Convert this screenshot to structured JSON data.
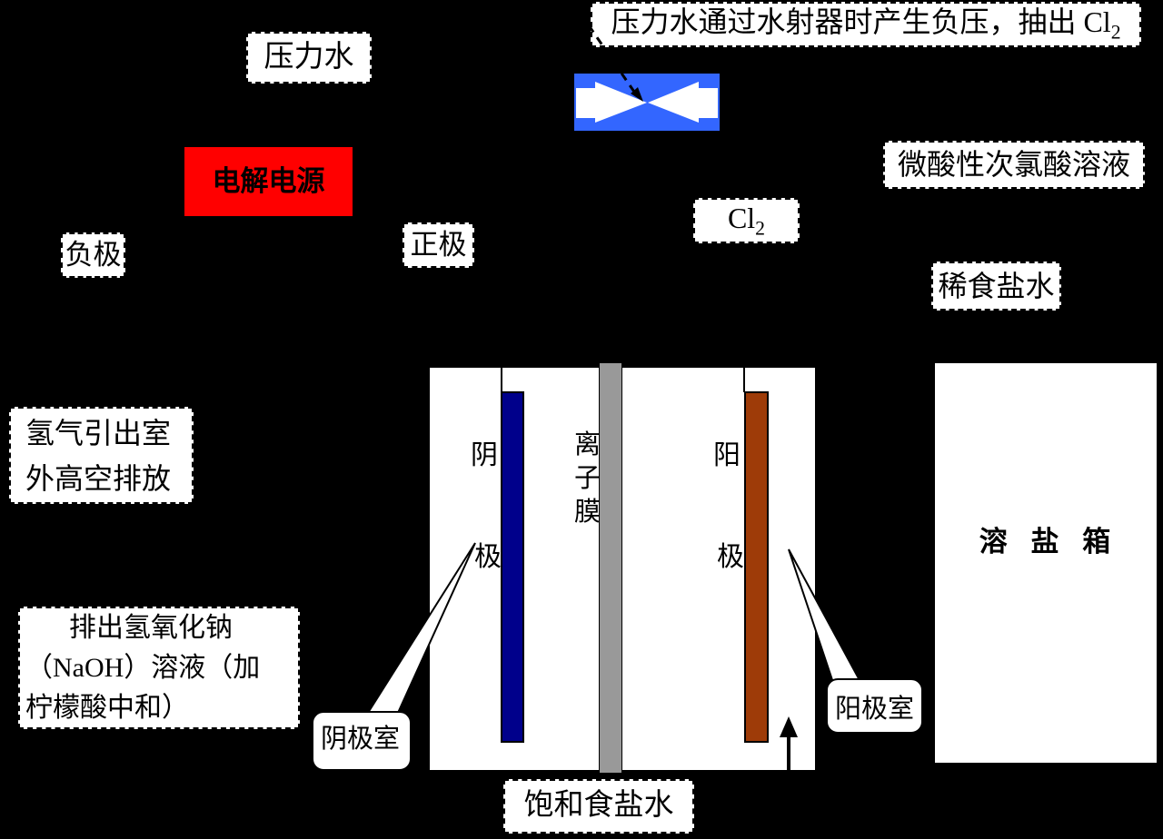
{
  "colors": {
    "background": "#000000",
    "ejector_blue": "#3366FF",
    "cathode_bar_blue": "#00008B",
    "anode_bar_brown": "#9E3B08",
    "membrane_gray": "#999999",
    "power_supply_red": "#FF0000",
    "label_box_white": "#FFFFFF",
    "line_black": "#000000"
  },
  "labels": {
    "ejector_note": {
      "main": "压力水通过水射器时产生负压，抽出 Cl",
      "sub": "2"
    },
    "pressure_water": "压力水",
    "power_supply": "电解电源",
    "negative": "负极",
    "positive": "正极",
    "chlorine": {
      "main": "Cl",
      "sub": "2"
    },
    "hypochlorous": "微酸性次氯酸溶液",
    "dilute_brine": "稀食盐水",
    "hydrogen_vent": {
      "line1": "氢气引出室",
      "line2": "外高空排放"
    },
    "naoh_drain": {
      "line1": "排出氢氧化钠",
      "line2": "（NaOH）溶液（加",
      "line3": "柠檬酸中和）"
    },
    "saturated_brine": "饱和食盐水",
    "salt_tank": "溶 盐 箱",
    "cathode_room": "阴极室",
    "anode_room": "阳极室",
    "cathode": {
      "char1": "阴",
      "char2": "极"
    },
    "anode": {
      "char1": "阳",
      "char2": "极"
    },
    "membrane": {
      "char1": "离",
      "char2": "子",
      "char3": "膜"
    }
  }
}
